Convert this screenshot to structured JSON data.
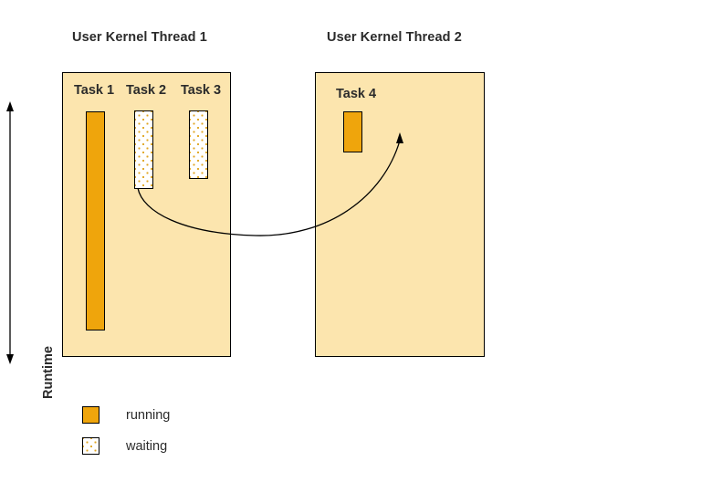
{
  "diagram": {
    "axis": {
      "label": "Runtime",
      "style": "double-headed-vertical-arrow"
    },
    "threads": [
      {
        "title": "User Kernel Thread 1",
        "tasks": [
          {
            "label": "Task 1",
            "state": "running",
            "state_color": "#efa50c"
          },
          {
            "label": "Task 2",
            "state": "waiting",
            "state_color": "#ffffff"
          },
          {
            "label": "Task 3",
            "state": "waiting",
            "state_color": "#ffffff"
          }
        ]
      },
      {
        "title": "User Kernel Thread 2",
        "tasks": [
          {
            "label": "Task 4",
            "state": "running",
            "state_color": "#efa50c"
          }
        ]
      }
    ],
    "panel_color": "#fce5ae",
    "migration_arrow": {
      "from_task": "Task 2",
      "to_thread": "User Kernel Thread 2"
    },
    "legend": [
      {
        "label": "running",
        "swatch": "solid-orange"
      },
      {
        "label": "waiting",
        "swatch": "dotted-orange"
      }
    ]
  }
}
